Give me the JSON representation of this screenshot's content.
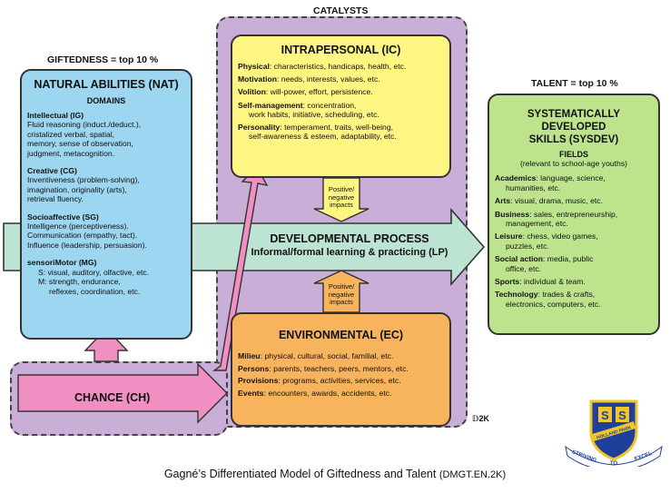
{
  "labels": {
    "catalysts": "CATALYSTS",
    "giftedness": "GIFTEDNESS = top 10 %",
    "talent": "TALENT = top 10 %"
  },
  "nat": {
    "title": "NATURAL ABILITIES (NAT)",
    "domains_heading": "DOMAINS",
    "sections": [
      {
        "head": "Intellectual (IG)",
        "lines": [
          "Fluid reasoning (induct./deduct.),",
          "cristalized verbal, spatial,",
          "memory, sense of observation,",
          "judgment, metacognition."
        ]
      },
      {
        "head": "Creative (CG)",
        "lines": [
          "Inventiveness (problem-solving),",
          "imagination, originality (arts),",
          "retrieval fluency."
        ]
      },
      {
        "head": "Socioaffective (SG)",
        "lines": [
          "Intelligence (perceptiveness).",
          "Communication (empathy, tact).",
          "Influence (leadership, persuasion)."
        ]
      },
      {
        "head": "sensoriMotor (MG)",
        "lines": [
          "S: visual, auditory, olfactive, etc.",
          "M: strength, endurance,",
          "reflexes, coordination, etc."
        ]
      }
    ]
  },
  "ic": {
    "title": "INTRAPERSONAL (IC)",
    "items": [
      {
        "term": "Physical",
        "text": ": characteristics, handicaps, health, etc."
      },
      {
        "term": "Motivation",
        "text": ": needs, interests, values, etc."
      },
      {
        "term": "Volition",
        "text": ": will-power, effort, persistence."
      },
      {
        "term": "Self-management",
        "text": ": concentration,",
        "cont": "work habits, initiative, scheduling, etc."
      },
      {
        "term": "Personality",
        "text": ": temperament, traits, well-being,",
        "cont": "self-awareness & esteem, adaptability, etc."
      }
    ]
  },
  "impacts": {
    "line1": "Positive/",
    "line2": "negative",
    "line3": "impacts"
  },
  "process": {
    "title": "DEVELOPMENTAL PROCESS",
    "subtitle": "Informal/formal learning & practicing (LP)"
  },
  "ec": {
    "title": "ENVIRONMENTAL (EC)",
    "items": [
      {
        "term": "Milieu",
        "text": ": physical, cultural, social, familial, etc."
      },
      {
        "term": "Persons",
        "text": ": parents, teachers, peers, mentors, etc."
      },
      {
        "term": "Provisions",
        "text": ": programs, activities, services, etc."
      },
      {
        "term": "Events",
        "text": ": encounters, awards, accidents, etc."
      }
    ]
  },
  "sys": {
    "title_line1": "SYSTEMATICALLY DEVELOPED",
    "title_line2": "SKILLS (SYSDEV)",
    "fields_heading": "FIELDS",
    "fields_sub": "(relevant to school-age youths)",
    "items": [
      {
        "term": "Academics",
        "text": ": language, science,",
        "cont": "humanities, etc."
      },
      {
        "term": "Arts",
        "text": ": visual, drama, music, etc."
      },
      {
        "term": "Business",
        "text": ": sales, entrepreneurship,",
        "cont": "management, etc."
      },
      {
        "term": "Leisure",
        "text": ": chess, video games,",
        "cont": "puzzles, etc."
      },
      {
        "term": "Social action",
        "text": ": media, public",
        "cont": "office, etc."
      },
      {
        "term": "Sports",
        "text": ": individual & team."
      },
      {
        "term": "Technology",
        "text": ": trades & crafts,",
        "cont": "electronics, computers, etc."
      }
    ]
  },
  "chance": "CHANCE (CH)",
  "mark": "2K",
  "logo": {
    "letters": [
      "S",
      "S"
    ],
    "name": "HOLLAND PARK",
    "motto1": "STRIVING",
    "motto2": "TO",
    "motto3": "EXCEL"
  },
  "caption": {
    "main": "Gagné’s Differentiated Model of Giftedness and Talent",
    "code": "(DMGT.EN.2K)"
  },
  "colors": {
    "nat": "#9dd6f0",
    "ic": "#fef583",
    "ec": "#f8b45c",
    "sys": "#bde48d",
    "catalyst_zone": "#c9afd8",
    "chance_arrow": "#f08fc2",
    "process_arrow": "#bde3d2",
    "logo_blue": "#1e3f9a",
    "logo_gold": "#f2c62b"
  }
}
